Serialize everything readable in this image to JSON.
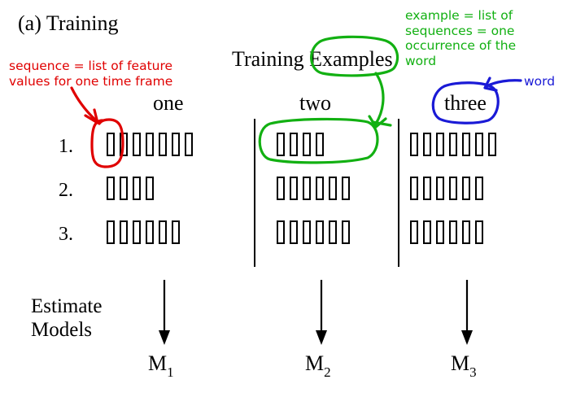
{
  "title": "(a) Training",
  "header": "Training Examples",
  "words": [
    "one",
    "two",
    "three"
  ],
  "row_numbers": [
    "1.",
    "2.",
    "3."
  ],
  "frames": [
    [
      7,
      4,
      7
    ],
    [
      4,
      6,
      6
    ],
    [
      6,
      6,
      6
    ]
  ],
  "estimate": {
    "line1": "Estimate",
    "line2": "Models"
  },
  "models": [
    {
      "base": "M",
      "sub": "1"
    },
    {
      "base": "M",
      "sub": "2"
    },
    {
      "base": "M",
      "sub": "3"
    }
  ],
  "annotations": {
    "sequence": {
      "line1": "sequence = list of feature",
      "line2": "values for one time frame",
      "color": "#e00000"
    },
    "example": {
      "line1": "example = list of",
      "line2": "sequences = one",
      "line3": "occurrence of the",
      "line4": "word",
      "color": "#12b012"
    },
    "word": {
      "line1": "word",
      "color": "#1a1ad6"
    }
  }
}
